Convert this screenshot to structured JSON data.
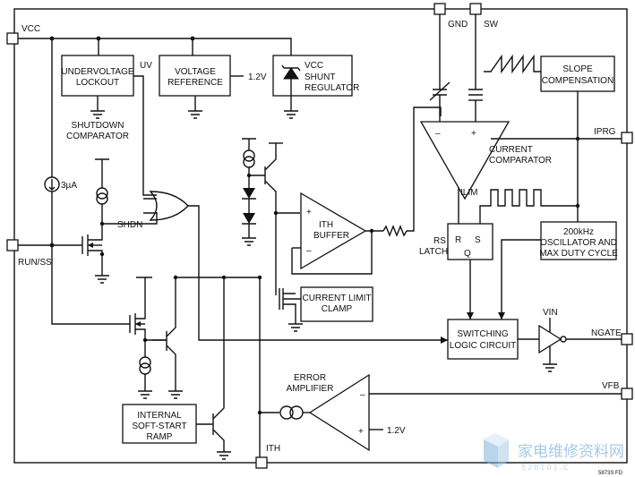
{
  "pins": {
    "vcc": "VCC",
    "gnd": "GND",
    "sw": "SW",
    "run_ss": "RUN/SS",
    "iprg": "IPRG",
    "ngate": "NGATE",
    "vfb": "VFB",
    "ith": "ITH"
  },
  "blocks": {
    "uvlo": [
      "UNDERVOLTAGE",
      "LOCKOUT"
    ],
    "uv": "UV",
    "vref": [
      "VOLTAGE",
      "REFERENCE"
    ],
    "vref_out": "1.2V",
    "shunt": [
      "VCC",
      "SHUNT",
      "REGULATOR"
    ],
    "shutdown_comp": [
      "SHUTDOWN",
      "COMPARATOR"
    ],
    "slope": [
      "SLOPE",
      "COMPENSATION"
    ],
    "current_comp": [
      "CURRENT",
      "COMPARATOR"
    ],
    "ilim": "ILIM",
    "current_source": "3µA",
    "shdn": "SHDN",
    "ith_buffer": [
      "ITH",
      "BUFFER"
    ],
    "rs_latch": [
      "RS",
      "LATCH"
    ],
    "latch_r": "R",
    "latch_s": "S",
    "latch_q": "Q",
    "oscillator": [
      "200kHz",
      "OSCILLATOR AND",
      "MAX DUTY CYCLE"
    ],
    "current_limit": [
      "CURRENT LIMIT",
      "CLAMP"
    ],
    "switching_logic": [
      "SWITCHING",
      "LOGIC CIRCUIT"
    ],
    "vin": "VIN",
    "error_amp": [
      "ERROR",
      "AMPLIFIER"
    ],
    "ea_ref": "1.2V",
    "soft_start": [
      "INTERNAL",
      "SOFT-START",
      "RAMP"
    ],
    "plus": "+",
    "minus": "–",
    "fig_code": "5873S FD"
  },
  "watermark": {
    "title": "家电维修资料网",
    "url": "520101.C"
  }
}
